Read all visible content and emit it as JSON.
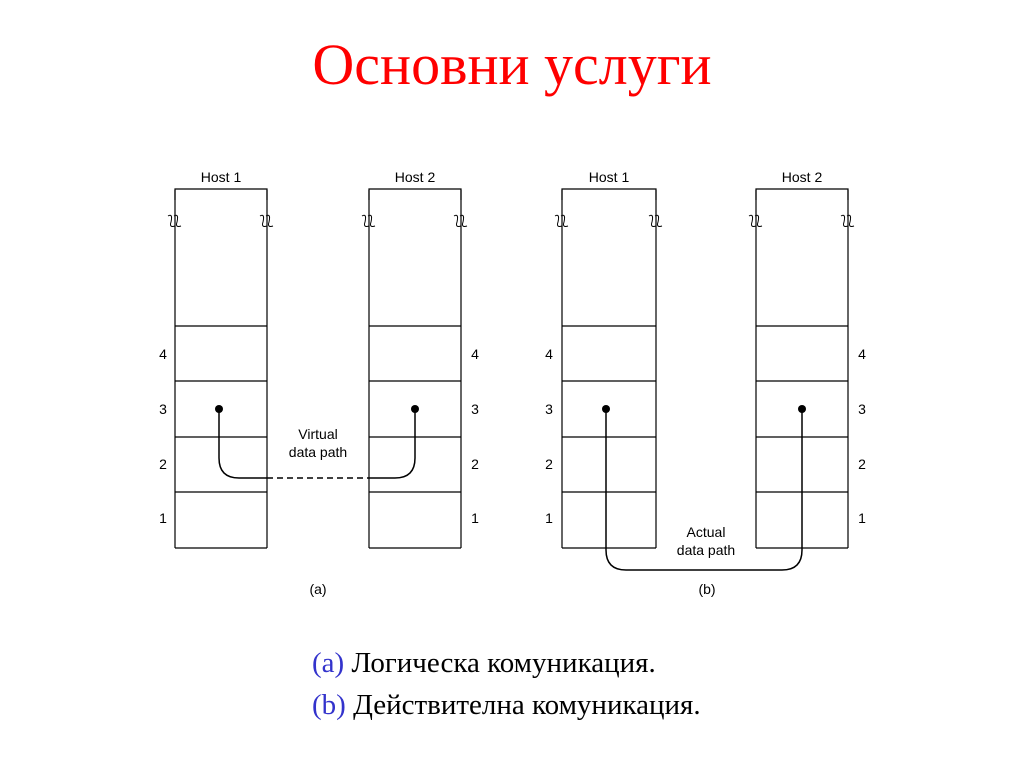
{
  "slide": {
    "title": "Основни услуги",
    "captions": [
      {
        "prefix": "(a)",
        "text": "Логическа комуникация."
      },
      {
        "prefix": "(b)",
        "text": "Действителна комуникация."
      }
    ],
    "colors": {
      "title": "#ff0000",
      "prefix": "#3333cc",
      "text": "#000000"
    }
  },
  "diagram": {
    "layers": [
      "4",
      "3",
      "2",
      "1"
    ],
    "panels": [
      {
        "id": "a",
        "label": "(a)",
        "hosts": [
          "Host 1",
          "Host 2"
        ],
        "path_label": [
          "Virtual",
          "data path"
        ],
        "path_style": "dashed"
      },
      {
        "id": "b",
        "label": "(b)",
        "hosts": [
          "Host 1",
          "Host 2"
        ],
        "path_label": [
          "Actual",
          "data path"
        ],
        "path_style": "solid"
      }
    ]
  }
}
